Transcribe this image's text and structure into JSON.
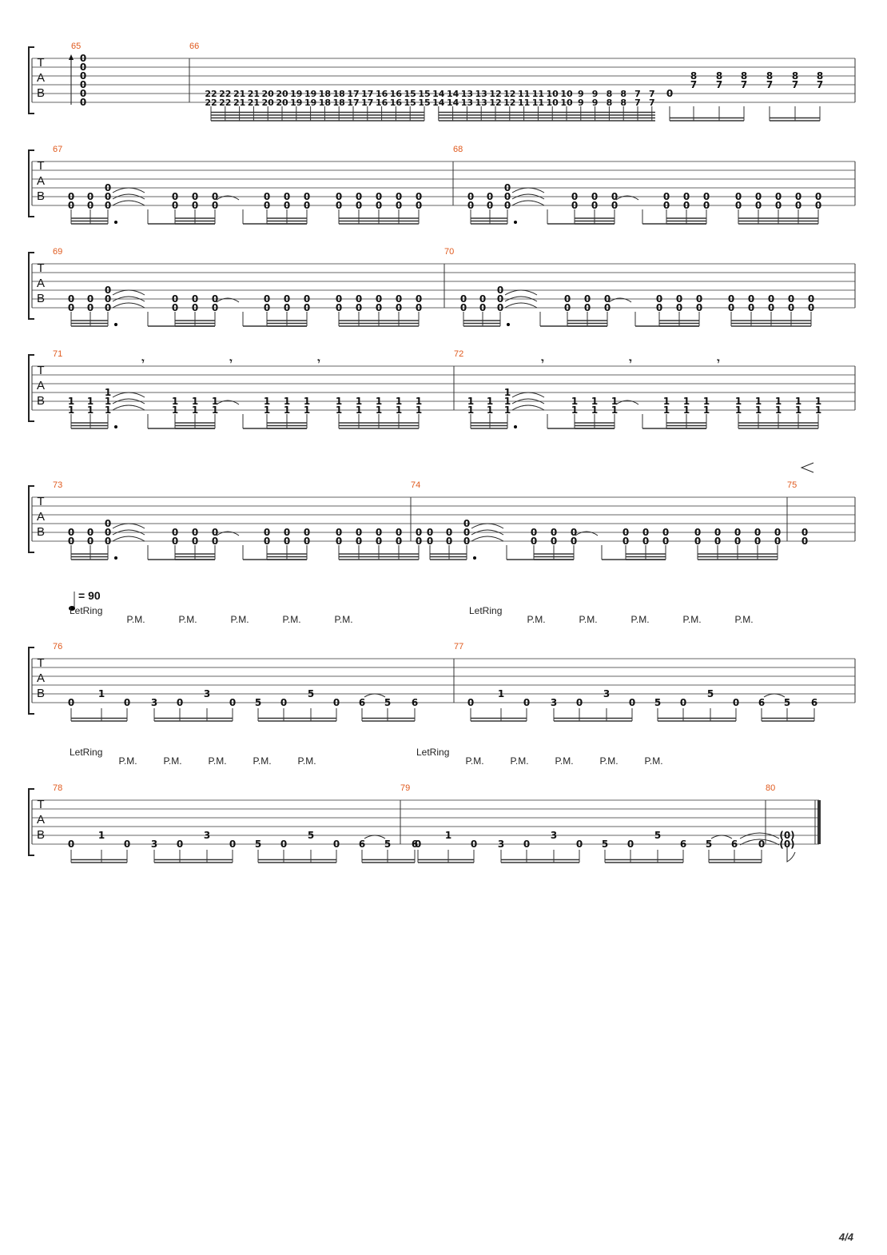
{
  "document": {
    "page_number": "4/4",
    "tab_letters": [
      "T",
      "A",
      "B"
    ],
    "tempo": {
      "value": "= 90"
    },
    "labels": {
      "let_ring": "LetRing",
      "palm_mute": "P.M."
    }
  },
  "systems": [
    {
      "bars": [
        "65",
        "66"
      ],
      "notes": [
        [
          "0",
          "0",
          "0",
          "0",
          "0",
          "0"
        ],
        [
          "22",
          "22"
        ],
        [
          "22",
          "22"
        ],
        [
          "21",
          "21"
        ],
        [
          "21",
          "21"
        ],
        [
          "20",
          "20"
        ],
        [
          "20",
          "20"
        ],
        [
          "19",
          "19"
        ],
        [
          "19",
          "19"
        ],
        [
          "18",
          "18"
        ],
        [
          "18",
          "18"
        ],
        [
          "17",
          "17"
        ],
        [
          "17",
          "17"
        ],
        [
          "16",
          "16"
        ],
        [
          "16",
          "16"
        ],
        [
          "15",
          "15"
        ],
        [
          "15",
          "15"
        ],
        [
          "14",
          "14"
        ],
        [
          "14",
          "14"
        ],
        [
          "13",
          "13"
        ],
        [
          "13",
          "13"
        ],
        [
          "12",
          "12"
        ],
        [
          "12",
          "12"
        ],
        [
          "11",
          "11"
        ],
        [
          "11",
          "11"
        ],
        [
          "10",
          "10"
        ],
        [
          "10",
          "10"
        ],
        [
          "9",
          "9"
        ],
        [
          "9",
          "9"
        ],
        [
          "8",
          "8"
        ],
        [
          "8",
          "8"
        ],
        [
          "7",
          "7"
        ],
        [
          "7",
          "7"
        ],
        [
          "0"
        ],
        [
          "8",
          "7"
        ],
        [
          "8",
          "7"
        ],
        [
          "8",
          "7"
        ],
        [
          "8",
          "7"
        ],
        [
          "8",
          "7"
        ],
        [
          "8",
          "7"
        ]
      ]
    },
    {
      "bars": [
        "67",
        "68"
      ],
      "fret": "0"
    },
    {
      "bars": [
        "69",
        "70"
      ],
      "fret": "0"
    },
    {
      "bars": [
        "71",
        "72"
      ],
      "fret": "1"
    },
    {
      "bars": [
        "73",
        "74",
        "75"
      ],
      "fret": "0"
    },
    {
      "bars": [
        "76",
        "77"
      ],
      "riff": [
        "0",
        "1",
        "0",
        "3",
        "0",
        "3",
        "0",
        "5",
        "0",
        "5",
        "0",
        "6",
        "5",
        "6"
      ]
    },
    {
      "bars": [
        "78",
        "79",
        "80"
      ],
      "riff": [
        "0",
        "1",
        "0",
        "3",
        "0",
        "3",
        "0",
        "5",
        "0",
        "5",
        "0",
        "6",
        "5",
        "6"
      ],
      "riff_end": [
        "0",
        "1",
        "0",
        "3",
        "0",
        "3",
        "0",
        "5",
        "0",
        "5",
        "6",
        "5",
        "6",
        "0"
      ],
      "held": [
        "(0)",
        "(0)"
      ]
    }
  ]
}
